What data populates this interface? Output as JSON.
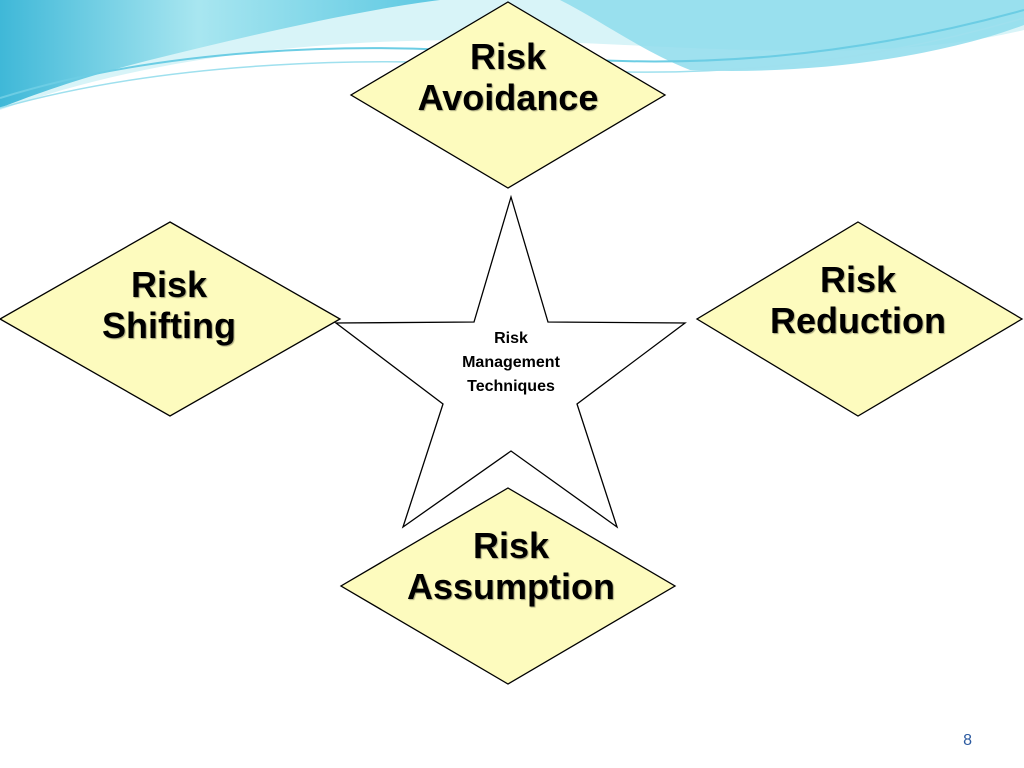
{
  "colors": {
    "diamond_fill": "#fdfbbe",
    "outline": "#000000",
    "wave_light": "#bfeef4",
    "wave_mid": "#7fd8e8",
    "wave_dark": "#3fb8d8",
    "page_number": "#2c5aa0"
  },
  "center": {
    "line1": "Risk",
    "line2": "Management",
    "line3": "Techniques"
  },
  "nodes": {
    "top": {
      "line1": "Risk",
      "line2": "Avoidance"
    },
    "left": {
      "line1": "Risk",
      "line2": "Shifting"
    },
    "right": {
      "line1": "Risk",
      "line2": "Reduction"
    },
    "bottom": {
      "line1": "Risk",
      "line2": "Assumption"
    }
  },
  "page_number": "8"
}
